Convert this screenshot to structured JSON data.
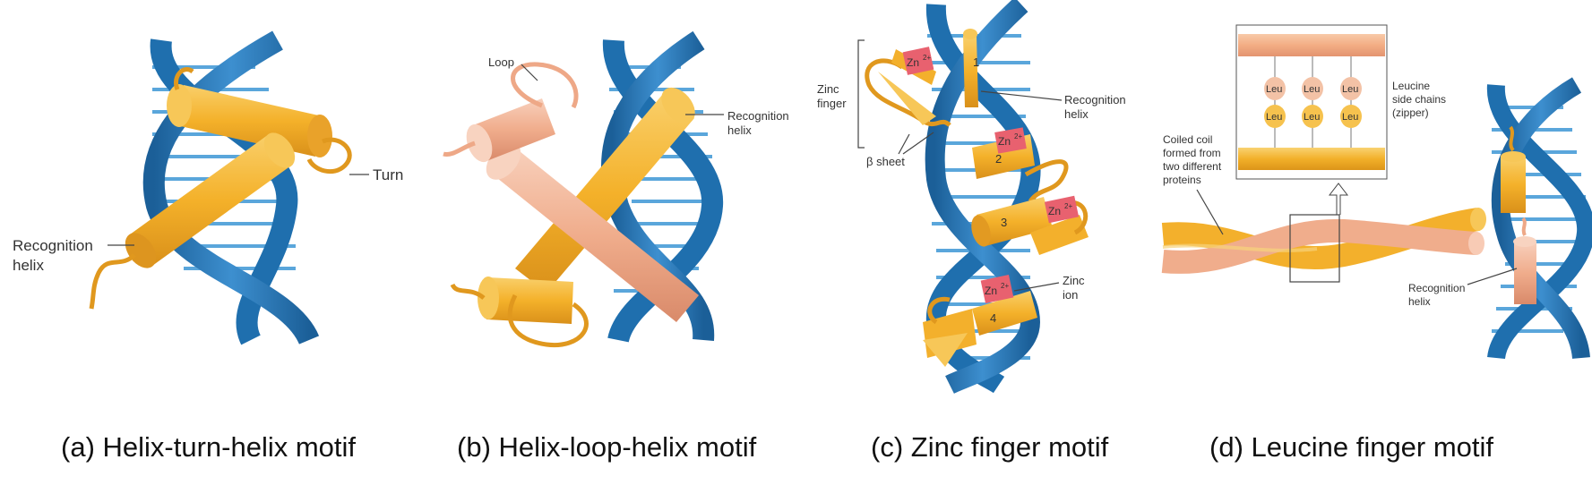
{
  "panels": {
    "a": {
      "caption": "(a) Helix-turn-helix motif",
      "turn_label": "Turn",
      "recognition_label": [
        "Recognition",
        "helix"
      ]
    },
    "b": {
      "caption": "(b) Helix-loop-helix motif",
      "loop_label": "Loop",
      "recognition_label": [
        "Recognition",
        "helix"
      ]
    },
    "c": {
      "caption": "(c) Zinc finger motif",
      "zinc_finger_label": [
        "Zinc",
        "finger"
      ],
      "beta_sheet_label": "β sheet",
      "recognition_label": [
        "Recognition",
        "helix"
      ],
      "zinc_ion_label": [
        "Zinc",
        "ion"
      ],
      "zn_badge": "Zn",
      "zn_charge": "2+",
      "finger_numbers": [
        "1",
        "2",
        "3",
        "4"
      ]
    },
    "d": {
      "caption": "(d) Leucine finger motif",
      "leucine_label": [
        "Leucine",
        "side chains",
        "(zipper)"
      ],
      "coiled_coil_label": [
        "Coiled coil",
        "formed from",
        "two different",
        "proteins"
      ],
      "recognition_label": [
        "Recognition",
        "helix"
      ],
      "leu_residue": "Leu"
    }
  },
  "colors": {
    "dna_blue": "#1f6fae",
    "dna_light": "#5aa6db",
    "helix_gold": "#f4b12a",
    "helix_salmon": "#f0ad8c",
    "zinc_red": "#e8616f"
  }
}
